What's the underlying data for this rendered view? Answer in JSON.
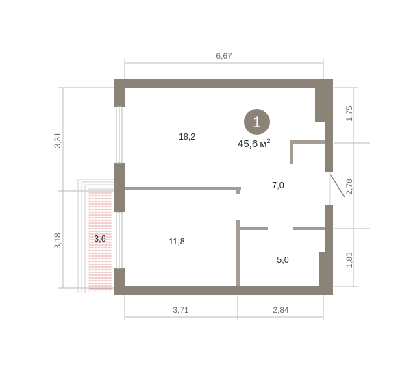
{
  "apartment": {
    "number": "1",
    "total_area": "45,6",
    "area_unit": "м",
    "area_unit_sup": "2"
  },
  "rooms": [
    {
      "id": "living",
      "area": "18,2"
    },
    {
      "id": "hall",
      "area": "7,0"
    },
    {
      "id": "bedroom",
      "area": "11,8"
    },
    {
      "id": "bathroom",
      "area": "5,0"
    },
    {
      "id": "balcony",
      "area": "3,6"
    }
  ],
  "dimensions": {
    "top_width": "6,67",
    "left_upper": "3,31",
    "left_lower": "3,18",
    "right_top": "1,75",
    "right_middle": "2,78",
    "right_bottom": "1,83",
    "bottom_left": "3,71",
    "bottom_right": "2,84"
  },
  "colors": {
    "wall": "#8b8378",
    "partition": "#a29c94",
    "dim_line": "#b9b9b9",
    "balcony_hatch": "#e9a8a8",
    "badge": "#8b8378"
  }
}
